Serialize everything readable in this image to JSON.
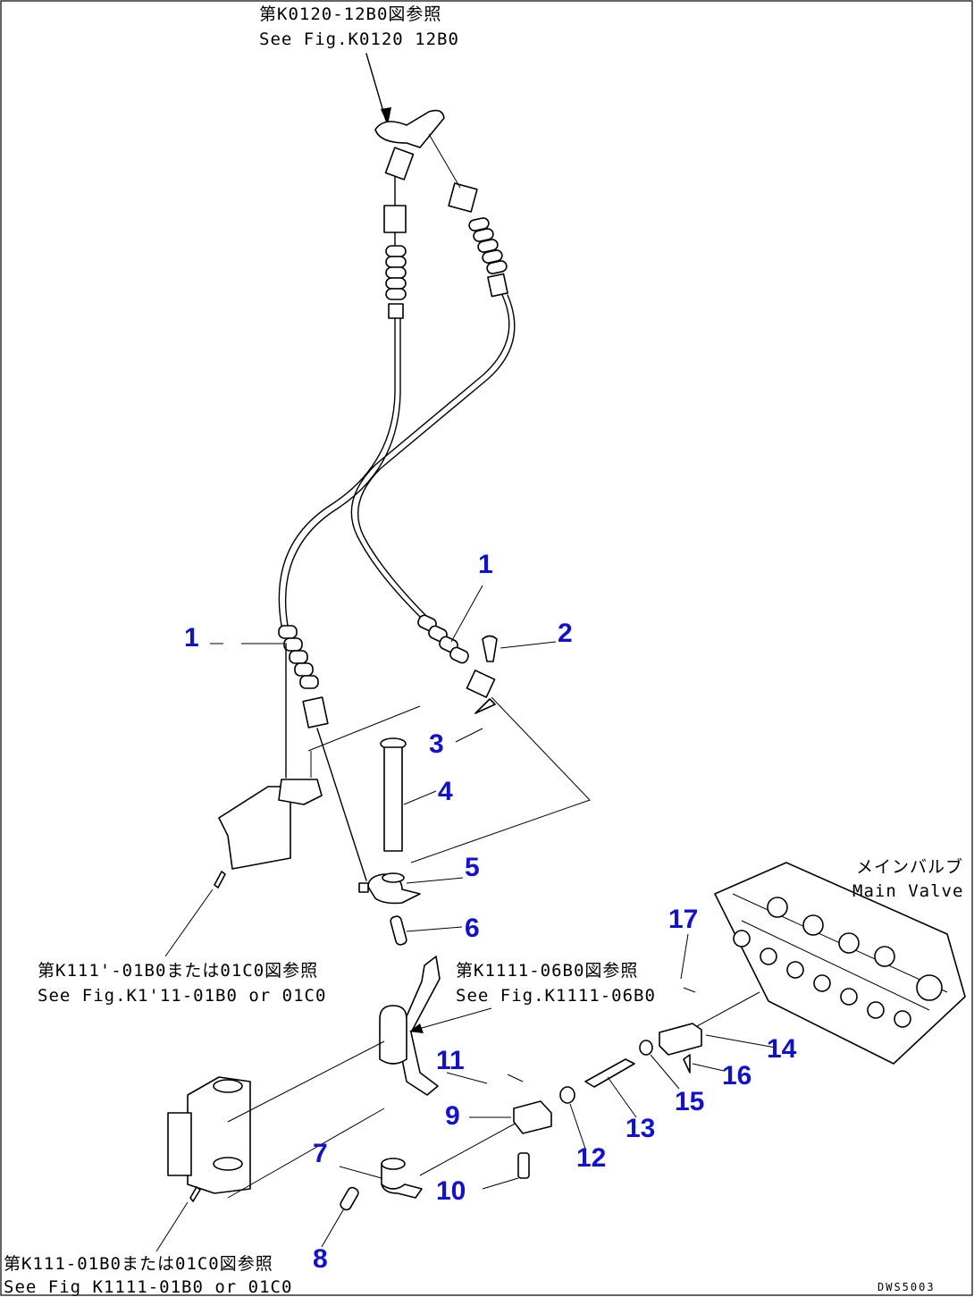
{
  "references": {
    "top": {
      "jp": "第K0120-12B0図参照",
      "en": "See Fig.K0120 12B0"
    },
    "mid_left": {
      "jp": "第K111'-01B0または01C0図参照",
      "en": "See Fig.K1'11-01B0 or 01C0"
    },
    "mid_right": {
      "jp": "第K1111-06B0図参照",
      "en": "See Fig.K1111-06B0"
    },
    "bottom_left": {
      "jp": "第K111-01B0または01C0図参照",
      "en": "See Fig K1111-01B0 or 01C0"
    },
    "main_valve": {
      "jp": "メインバルブ",
      "en": "Main Valve"
    }
  },
  "callouts": {
    "c1a": "1",
    "c1b": "1",
    "c2": "2",
    "c3": "3",
    "c4": "4",
    "c5": "5",
    "c6": "6",
    "c7": "7",
    "c8": "8",
    "c9": "9",
    "c10": "10",
    "c11": "11",
    "c12": "12",
    "c13": "13",
    "c14": "14",
    "c15": "15",
    "c16": "16",
    "c17": "17"
  },
  "drawing_code": "DWS5003"
}
